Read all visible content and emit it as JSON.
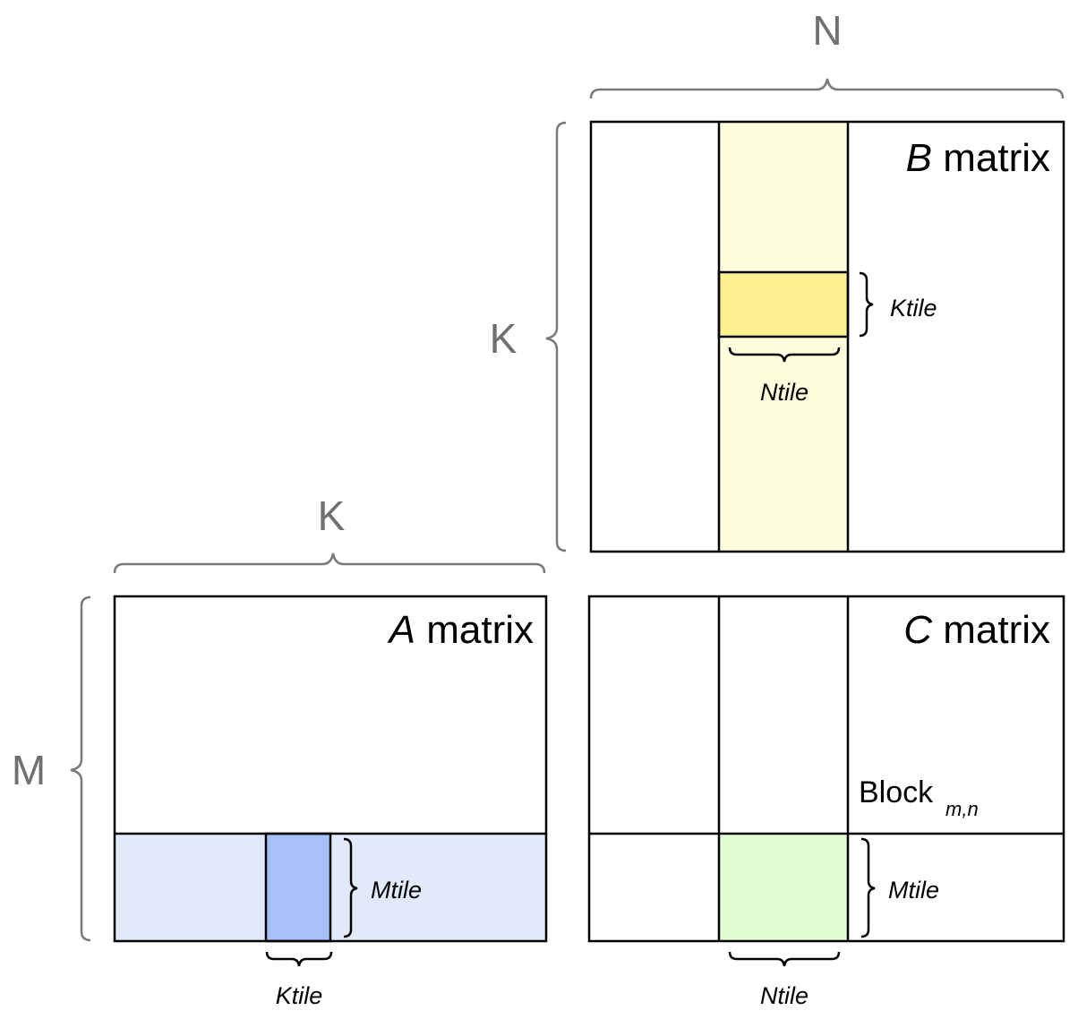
{
  "dimensions": {
    "b_width": "N",
    "b_height": "K",
    "a_width": "K",
    "a_height": "M"
  },
  "matrices": {
    "b": {
      "italic": "B",
      "rest": " matrix"
    },
    "a": {
      "italic": "A",
      "rest": " matrix"
    },
    "c": {
      "italic": "C",
      "rest": " matrix"
    }
  },
  "tiles": {
    "b_ktile": "Ktile",
    "b_ntile": "Ntile",
    "a_mtile": "Mtile",
    "a_ktile": "Ktile",
    "c_mtile": "Mtile",
    "c_ntile": "Ntile"
  },
  "block": {
    "main": "Block",
    "sub": "m,n"
  },
  "colors": {
    "b_column_light": "#fdfddc",
    "b_tile": "#fef08e",
    "a_row_light": "#e0eafa",
    "a_tile": "#a8c0f8",
    "c_tile": "#e2fcd0",
    "dimension_text": "#707070",
    "outline": "#000000"
  }
}
